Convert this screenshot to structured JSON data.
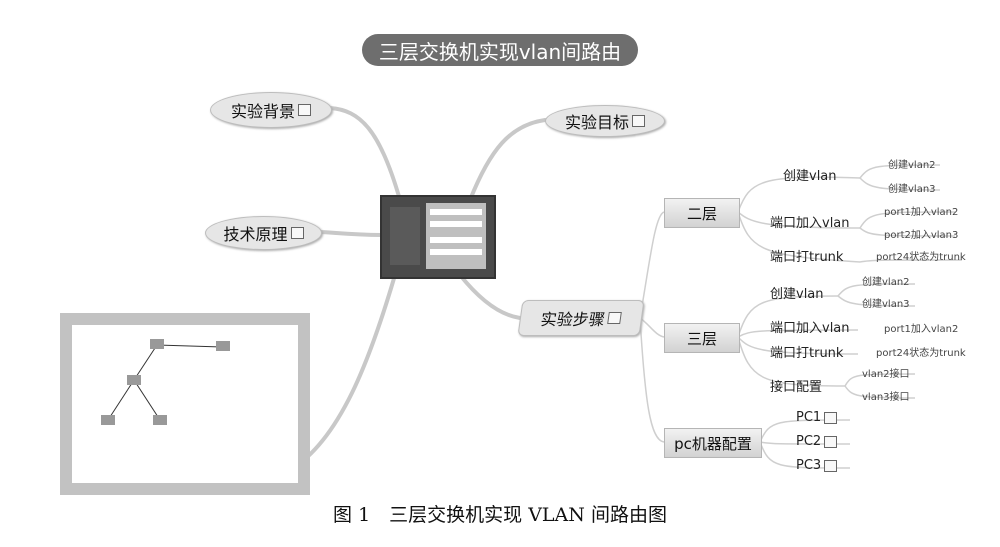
{
  "title": "三层交换机实现vlan间路由",
  "branches": {
    "background": "实验背景",
    "goal": "实验目标",
    "principle": "技术原理",
    "steps": "实验步骤"
  },
  "layer2": {
    "label": "二层",
    "create_vlan": "创建vlan",
    "create_items": [
      "创建vlan2",
      "创建vlan3"
    ],
    "port_join": "端口加入vlan",
    "port_items": [
      "port1加入vlan2",
      "port2加入vlan3"
    ],
    "trunk": "端口打trunk",
    "trunk_item": "port24状态为trunk"
  },
  "layer3": {
    "label": "三层",
    "create_vlan": "创建vlan",
    "create_items": [
      "创建vlan2",
      "创建vlan3"
    ],
    "port_join": "端口加入vlan",
    "port_item": "port1加入vlan2",
    "trunk": "端口打trunk",
    "trunk_item": "port24状态为trunk",
    "iface_config": "接口配置",
    "iface_items": [
      "vlan2接口",
      "vlan3接口"
    ]
  },
  "pc_config": {
    "label": "pc机器配置",
    "items": [
      "PC1",
      "PC2",
      "PC3"
    ]
  },
  "caption": "图 1　三层交换机实现 VLAN 间路由图",
  "colors": {
    "title_bg": "#6e6e6e",
    "line": "#bdbdbd"
  }
}
